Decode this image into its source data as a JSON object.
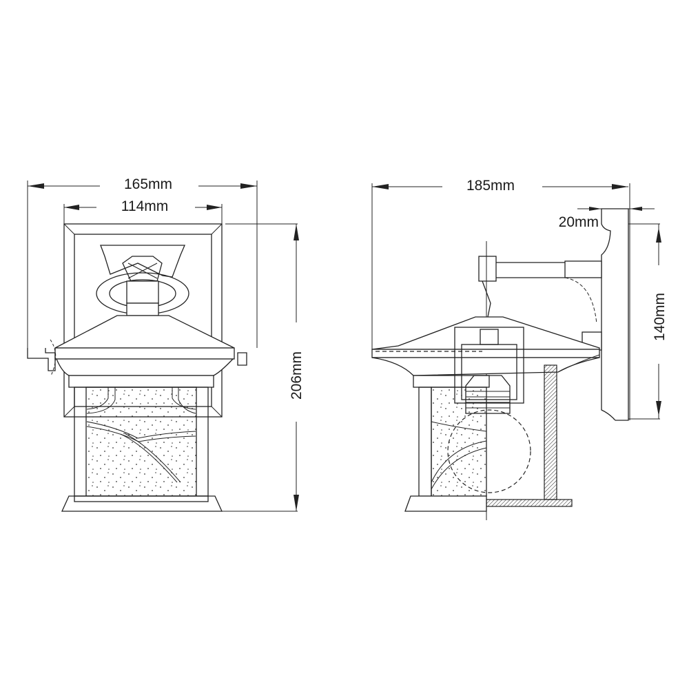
{
  "drawing": {
    "front_view": {
      "overall_width": "165mm",
      "backplate_width": "114mm",
      "overall_height": "206mm"
    },
    "side_view": {
      "overall_depth": "185mm",
      "backplate_thickness": "20mm",
      "backplate_height": "140mm"
    }
  }
}
